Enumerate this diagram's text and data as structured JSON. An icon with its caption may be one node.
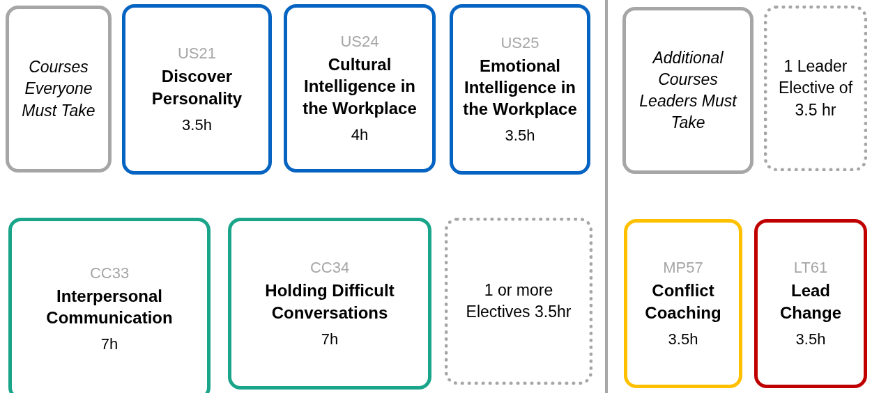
{
  "diagram": {
    "nodes": [
      {
        "text": [
          "Courses Everyone Must Take"
        ]
      },
      {
        "text": [
          "US21",
          "Discover Personality",
          "3.5h"
        ]
      },
      {
        "text": [
          "US24",
          "Cultural Intelligence in the Workplace",
          "4h"
        ]
      },
      {
        "text": [
          "US25",
          "Emotional Intelligence in the Workplace",
          "3.5h"
        ]
      },
      {
        "text": [
          "Additional Courses Leaders Must Take"
        ]
      },
      {
        "text": [
          "1 Leader Elective of 3.5 hr"
        ]
      },
      {
        "text": [
          "CC33",
          "Interpersonal Communication",
          "7h"
        ]
      },
      {
        "text": [
          "CC34",
          "Holding Difficult Conversations",
          "7h"
        ]
      },
      {
        "text": [
          "1 or more Electives 3.5hr"
        ]
      },
      {
        "text": [
          "MP57",
          "Conflict Coaching",
          "3.5h"
        ]
      },
      {
        "text": [
          "LT61",
          "Lead Change",
          "3.5h"
        ]
      }
    ]
  }
}
